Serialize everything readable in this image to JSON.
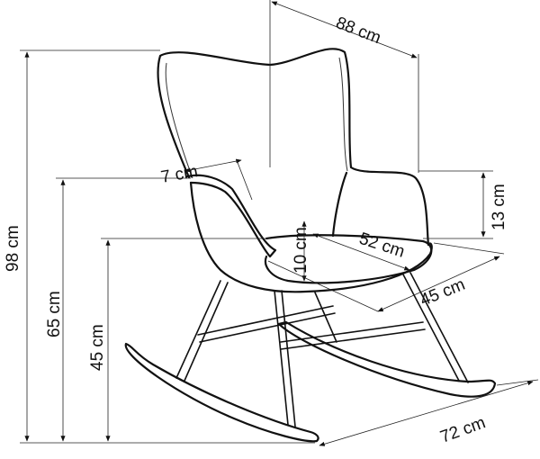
{
  "title": "Rocking chair dimensions",
  "dimensions": {
    "overall_width": "88 cm",
    "overall_height": "98 cm",
    "armrest_height": "65 cm",
    "seat_height": "45 cm",
    "seat_depth": "45 cm",
    "seat_width": "52 cm",
    "cushion_thickness": "10 cm",
    "arm_height_above_seat": "13 cm",
    "arm_width": "7 cm",
    "rocker_length": "72 cm"
  },
  "colors": {
    "line": "#111111",
    "background": "#ffffff"
  }
}
